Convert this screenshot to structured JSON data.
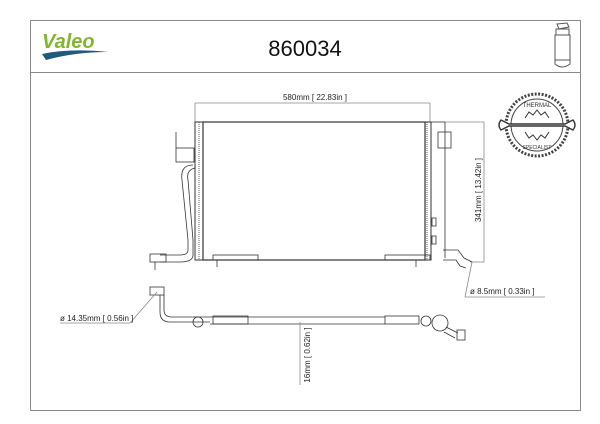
{
  "header": {
    "brand": "Valeo",
    "part_number": "860034",
    "brand_color": "#82b530",
    "swoosh_color": "#1f5a7a",
    "product_icon": "receiver-drier-bottle-icon"
  },
  "badge": {
    "top_text": "THERMAL",
    "bottom_text": "SPECIALIST",
    "icon": "wrench-gear-icon"
  },
  "dimensions": {
    "width": "580mm [ 22.83in ]",
    "height": "341mm [ 13.42in ]",
    "outlet_diameter": "ø 8.5mm [ 0.33in ]",
    "inlet_diameter": "ø 14.35mm [ 0.56in ]",
    "depth": "16mm [ 0.62in ]"
  }
}
